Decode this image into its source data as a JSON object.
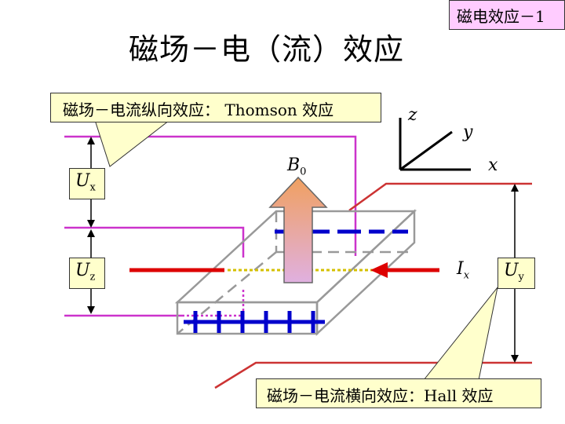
{
  "corner_tag": "磁电效应－1",
  "title": "磁场－电（流）效应",
  "callout_top": "磁场－电流纵向效应： Thomson 效应",
  "callout_bottom": "磁场－电流横向效应：Hall 效应",
  "axes": {
    "z": "z",
    "y": "y",
    "x": "x"
  },
  "field": {
    "symbol": "B",
    "sub": "0"
  },
  "current": {
    "symbol": "I",
    "sub": "x"
  },
  "voltages": {
    "ux": {
      "symbol": "U",
      "sub": "x"
    },
    "uz": {
      "symbol": "U",
      "sub": "z"
    },
    "uy": {
      "symbol": "U",
      "sub": "y"
    }
  },
  "charges_top": "— — — — —",
  "charges_bottom": "+ + + + + +",
  "colors": {
    "arrow_red": "#dd0000",
    "wire_magenta": "#cc33cc",
    "wire_red": "#dd0000",
    "charge_blue": "#0000cc",
    "callout_fill": "#ffffcc",
    "corner_fill": "#ffccff",
    "field_arrow_fill": "#e8a070"
  }
}
